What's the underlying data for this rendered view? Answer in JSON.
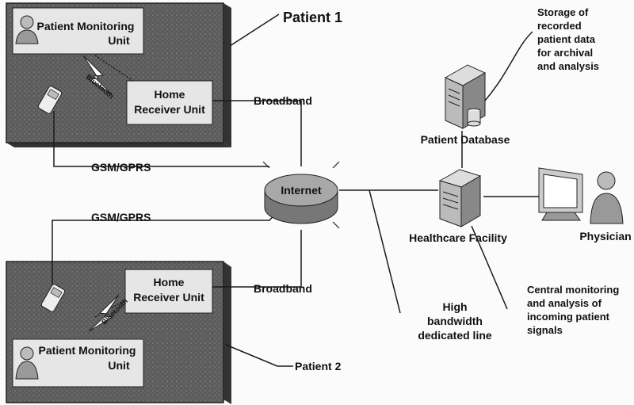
{
  "labels": {
    "patient1": "Patient 1",
    "patient2": "Patient 2",
    "pmu_line1": "Patient Monitoring",
    "pmu_line2": "Unit",
    "hru_line1": "Home",
    "hru_line2": "Receiver Unit",
    "bluetooth": "Bluetooth",
    "broadband": "Broadband",
    "gsm": "GSM/GPRS",
    "internet": "Internet",
    "patient_database": "Patient Database",
    "healthcare_facility": "Healthcare Facility",
    "physician": "Physician",
    "storage_note": [
      "Storage of",
      "recorded",
      "patient data",
      "for archival",
      "and analysis"
    ],
    "central_note": [
      "Central monitoring",
      "and analysis of",
      "incoming patient",
      "signals"
    ],
    "dedicated_line": [
      "High",
      "bandwidth",
      "dedicated line"
    ]
  },
  "colors": {
    "panel": "#595959",
    "panel_dark": "#3d3d3d",
    "box": "#e6e6e6",
    "line": "#1a1a1a"
  }
}
